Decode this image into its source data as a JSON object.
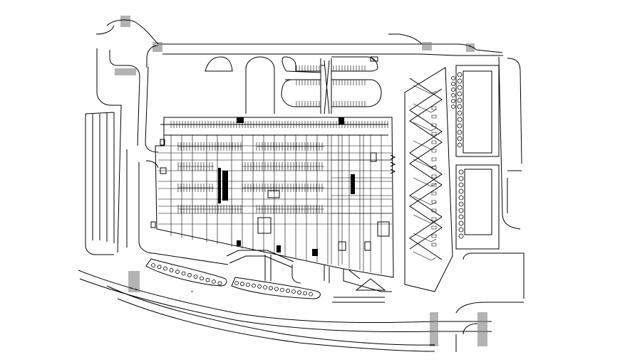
{
  "drawing": {
    "kind": "site-plan",
    "line_color": "#000000",
    "background": "#ffffff",
    "elements": [
      "road-network",
      "parking-building-grid",
      "perimeter-parking-modules",
      "angled-parking-bays",
      "tree-rows",
      "crosswalks"
    ]
  }
}
